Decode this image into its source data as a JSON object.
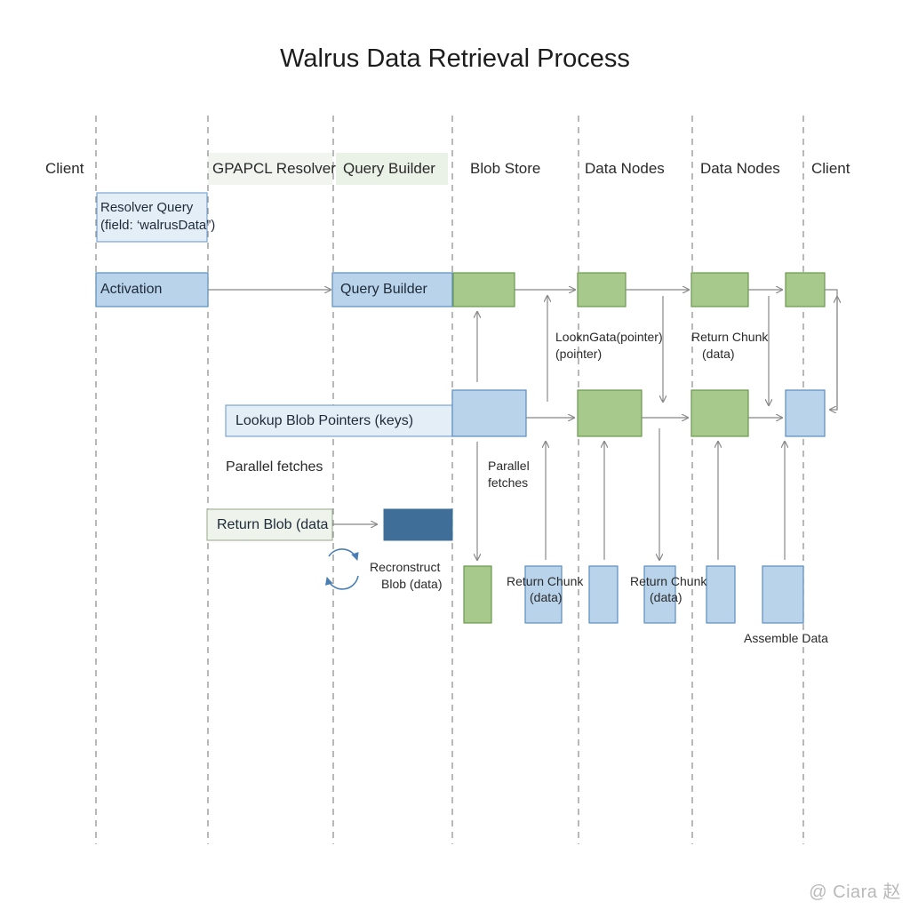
{
  "title": "Walrus Data Retrieval Process",
  "lanes": [
    "Client",
    "GPAPCL Resolver",
    "Query Builder",
    "Blob Store",
    "Data Nodes",
    "Data Nodes",
    "Client"
  ],
  "boxes": {
    "resolver_query_line1": "Resolver Query",
    "resolver_query_line2": "(field: ‘walrusData”)",
    "activation": "Activation",
    "query_builder": "Query Builder",
    "lookup_blob_pointers": "Lookup Blob Pointers (keys)",
    "return_blob": "Return Blob (data"
  },
  "notes": {
    "parallel_fetches_left": "Parallel fetches",
    "parallel_fetches_mid_1": "Parallel",
    "parallel_fetches_mid_2": "fetches",
    "lookup_gata_1": "LooknGata(pointer)",
    "lookup_gata_2": "(pointer)",
    "return_chunk_top_1": "Return Chunk",
    "return_chunk_top_2": "(data)",
    "reconstruct_1": "Recronstruct",
    "reconstruct_2": "Blob (data)",
    "return_chunk_a_1": "Return Chunk",
    "return_chunk_a_2": "(data)",
    "return_chunk_b_1": "Return Chunk",
    "return_chunk_b_2": "(data)",
    "assemble_data": "Assemble Data"
  },
  "colors": {
    "blue_fill": "#b8d3ea",
    "blue_stroke": "#5b8ec0",
    "green_fill": "#a7c98c",
    "green_stroke": "#6b9a4e",
    "dark_blue": "#3f6f98",
    "lifeline": "#8a8a8a",
    "arrow": "#888888",
    "lane_highlight": "#eef3ec"
  },
  "watermark": "@ Ciara 赵"
}
